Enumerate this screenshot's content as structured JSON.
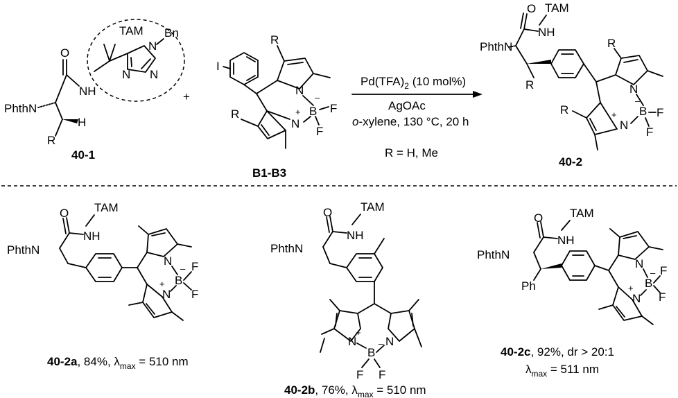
{
  "reaction": {
    "reactant1": {
      "label": "40-1",
      "pg": "PhthN",
      "nh": "NH",
      "h": "H",
      "r": "R",
      "tam": "TAM",
      "bn": "Bn"
    },
    "plus": "+",
    "reactant2": {
      "label": "B1-B3",
      "i": "I",
      "r": "R"
    },
    "conditions": {
      "catalyst": "Pd(TFA)",
      "catalyst_sub": "2",
      "catalyst_loading": " (10 mol%)",
      "additive": "AgOAc",
      "solvent_prefix": "o",
      "solvent_rest": "-xylene, 130 °C, 20 h",
      "r_def": "R = H, Me"
    },
    "product": {
      "label": "40-2",
      "pg": "PhthN",
      "nh": "NH",
      "tam": "TAM",
      "r": "R"
    }
  },
  "bodipy": {
    "b": "B",
    "f": "F",
    "n": "N",
    "plus": "+",
    "minus": "–"
  },
  "examples": [
    {
      "id": "40-2a",
      "yield_text": ", 84%, λ",
      "sub": "max",
      "tail": " = 510 nm",
      "pg": "PhthN",
      "nh": "NH",
      "tam": "TAM"
    },
    {
      "id": "40-2b",
      "yield_text": ", 76%, λ",
      "sub": "max",
      "tail": " = 510 nm",
      "pg": "PhthN",
      "nh": "NH",
      "tam": "TAM"
    },
    {
      "id": "40-2c",
      "yield_text": ", 92%, dr > 20:1",
      "lambda": "λ",
      "sub": "max",
      "tail": " = 511 nm",
      "pg": "PhthN",
      "nh": "NH",
      "tam": "TAM",
      "ph": "Ph"
    }
  ]
}
